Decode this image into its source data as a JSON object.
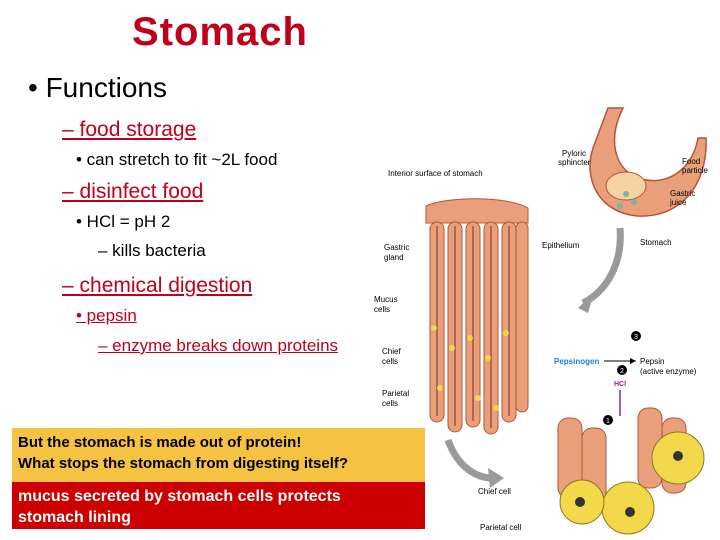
{
  "title": "Stomach",
  "bullets": {
    "functions": "• Functions",
    "food_storage": "– food storage",
    "stretch": "• can stretch to fit ~2L food",
    "disinfect": "– disinfect food",
    "hcl": "• HCl = pH 2",
    "kills": "– kills bacteria",
    "chem": "– chemical digestion",
    "pepsin": "• pepsin",
    "enzyme": "– enzyme breaks down proteins"
  },
  "question": {
    "line1": "But the stomach is made out of protein!",
    "line2": "What stops the stomach from digesting itself?"
  },
  "answer": {
    "line1": "mucus secreted by stomach cells protects",
    "line2": "stomach lining"
  },
  "diagram_labels": {
    "interior": "Interior surface of stomach",
    "pyloric1": "Pyloric",
    "pyloric2": "sphincter",
    "food1": "Food",
    "food2": "particle",
    "gastric_juice1": "Gastric",
    "gastric_juice2": "juice",
    "stomach": "Stomach",
    "epithelium": "Epithelium",
    "gastric_gland1": "Gastric",
    "gastric_gland2": "gland",
    "mucus1": "Mucus",
    "mucus2": "cells",
    "chief1": "Chief",
    "chief2": "cells",
    "parietal1": "Parietal",
    "parietal2": "cells",
    "pepsinogen": "Pepsinogen",
    "pepsin": "Pepsin",
    "active": "(active enzyme)",
    "hcl": "HCl",
    "step1": "1",
    "step2": "2",
    "step3": "3",
    "chief_cell": "Chief cell",
    "parietal_cell": "Parietal cell"
  },
  "colors": {
    "accent_red": "#c0001a",
    "question_bg": "#f5c242",
    "answer_bg": "#cc0000",
    "tissue": "#e9a07a",
    "tissue_dark": "#b5533a",
    "pepsinogen_blue": "#1f7fd6",
    "hcl_purple": "#9b1b8e",
    "yellow_cell": "#f2d84a"
  }
}
